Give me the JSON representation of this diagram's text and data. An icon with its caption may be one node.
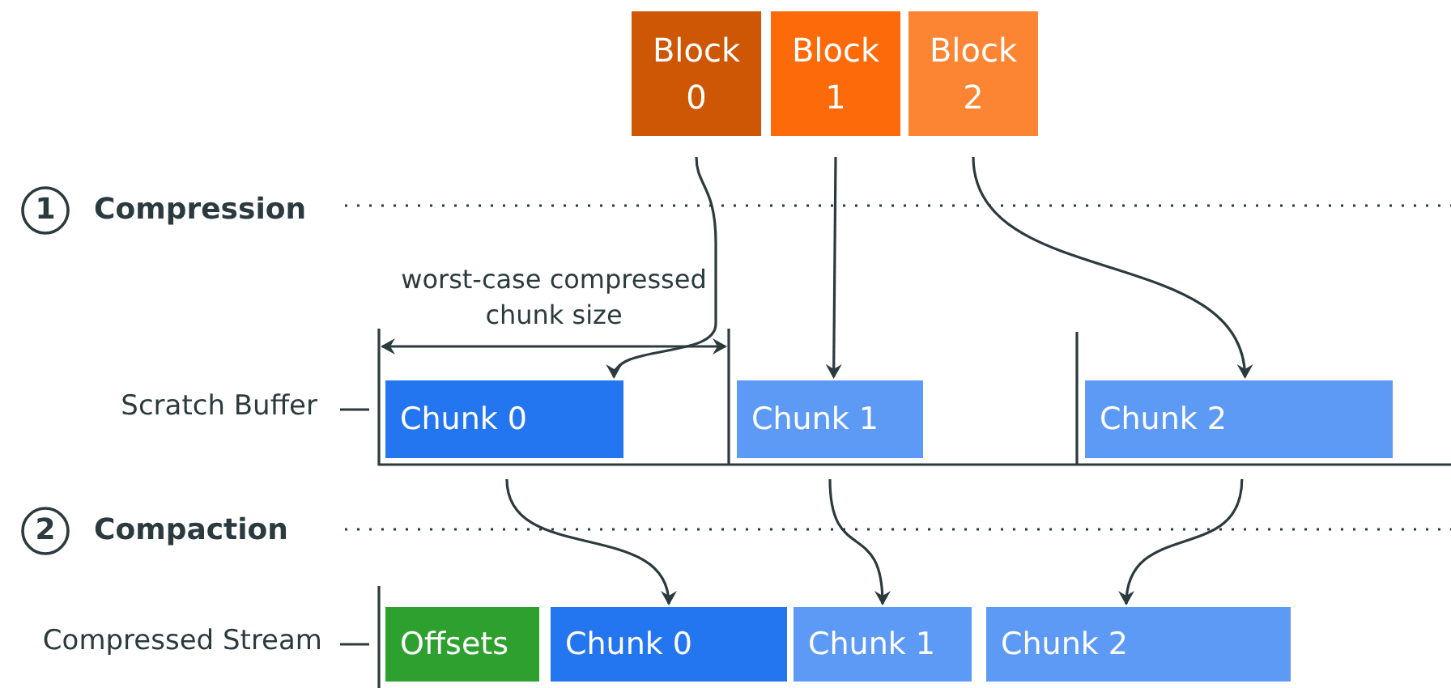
{
  "diagram": {
    "nodes": [
      {
        "text": [
          "Block 0"
        ]
      },
      {
        "text": [
          "Block 1"
        ]
      },
      {
        "text": [
          "Block 2"
        ]
      },
      {
        "text": [
          "Chunk 0"
        ]
      },
      {
        "text": [
          "Chunk 1"
        ]
      },
      {
        "text": [
          "Chunk 2"
        ]
      },
      {
        "text": [
          "Offsets"
        ]
      },
      {
        "text": [
          "Chunk 0"
        ]
      },
      {
        "text": [
          "Chunk 1"
        ]
      },
      {
        "text": [
          "Chunk 2"
        ]
      }
    ],
    "edges": [
      {
        "from": 0,
        "to": 3,
        "arrow": "to"
      },
      {
        "from": 1,
        "to": 4,
        "arrow": "to"
      },
      {
        "from": 2,
        "to": 5,
        "arrow": "to"
      },
      {
        "from": 3,
        "to": 7,
        "arrow": "to"
      },
      {
        "from": 4,
        "to": 8,
        "arrow": "to"
      },
      {
        "from": 5,
        "to": 9,
        "arrow": "to"
      }
    ],
    "labels": [
      "1",
      "Compression",
      "worst-case compressed chunk size",
      "Scratch Buffer",
      "2",
      "Compaction",
      "Compressed Stream"
    ]
  }
}
